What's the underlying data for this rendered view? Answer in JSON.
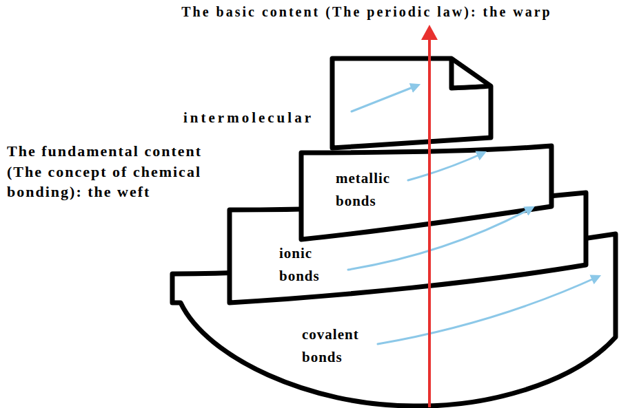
{
  "diagram": {
    "title": "The basic content (The periodic law): the warp",
    "nodes": [
      {
        "text": [
          "intermolecular"
        ]
      },
      {
        "text": [
          "metallic bonds"
        ]
      },
      {
        "text": [
          "ionic bonds"
        ]
      },
      {
        "text": [
          "covalent bonds"
        ]
      }
    ],
    "labels": [
      "The fundamental content (The concept of chemical bonding): the weft"
    ]
  }
}
